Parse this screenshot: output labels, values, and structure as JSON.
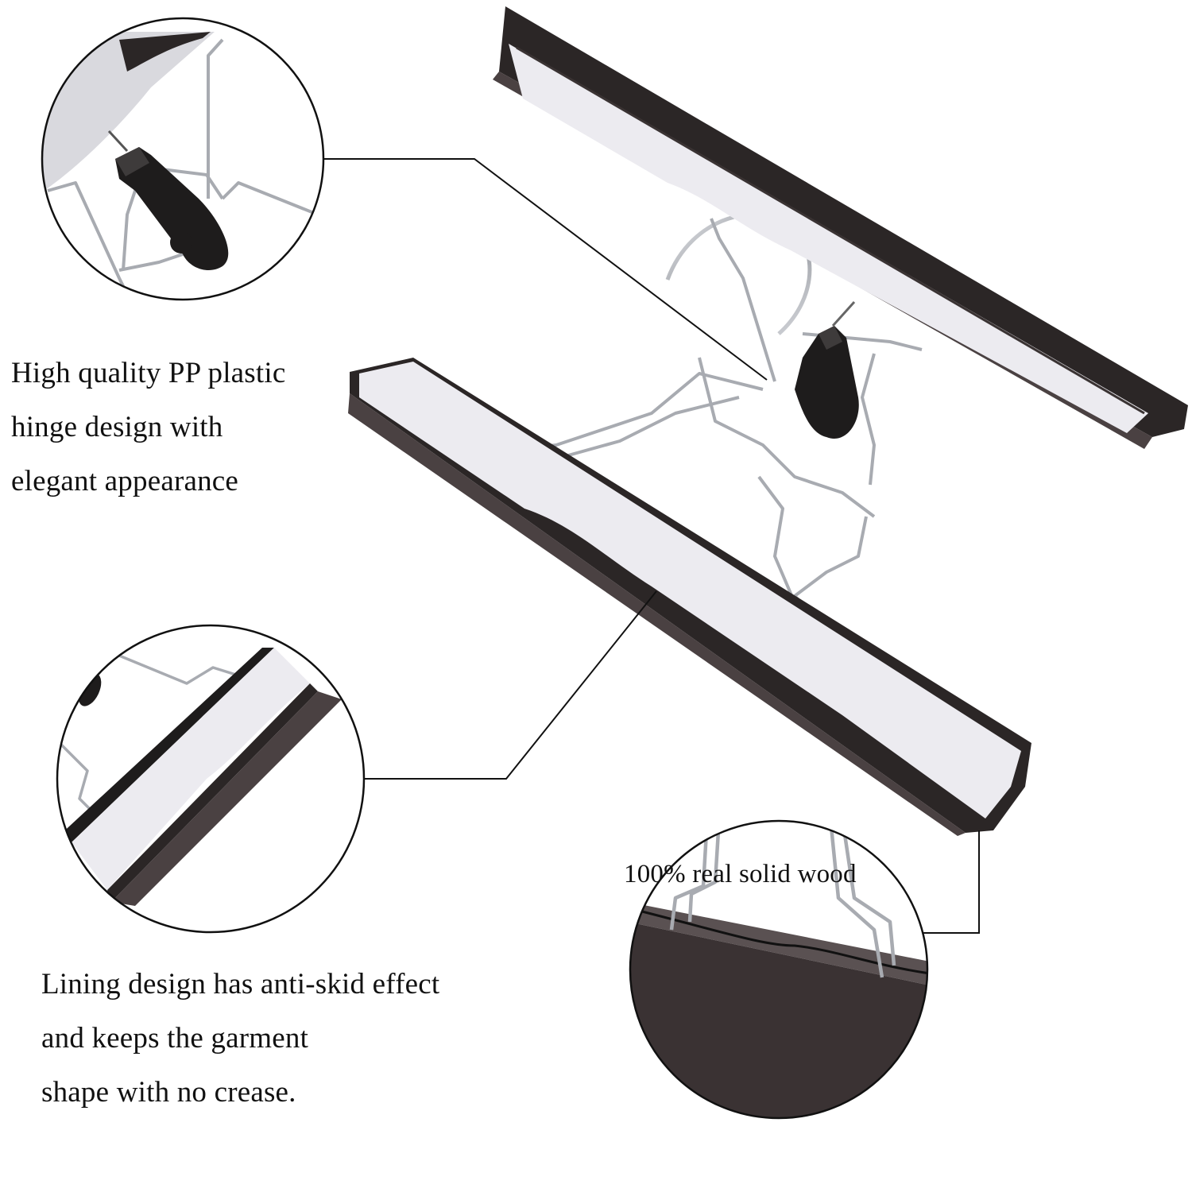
{
  "image": {
    "subject": "Wooden pants/skirt clip hanger product infographic",
    "colors": {
      "background": "#ffffff",
      "wood": "#2b2626",
      "wood_side": "#4a4142",
      "lining": "#ecebf0",
      "wire": "#b9bcc2",
      "hinge": "#1e1c1c",
      "callout_line": "#111111",
      "text": "#111111"
    }
  },
  "callouts": [
    {
      "id": "hinge",
      "lines": [
        "High quality PP plastic",
        "hinge design with",
        "elegant appearance"
      ],
      "detail": "close-up of black PP plastic hinge and chrome wire frame"
    },
    {
      "id": "lining",
      "lines": [
        "Lining design has anti-skid effect",
        "and keeps the garment",
        "shape with no crease."
      ],
      "detail": "close-up of white felt anti-skid lining on dark wood bar"
    },
    {
      "id": "wood",
      "lines": [
        "100% real solid wood"
      ],
      "detail": "close-up of solid wood bar with chrome wire attachments"
    }
  ]
}
